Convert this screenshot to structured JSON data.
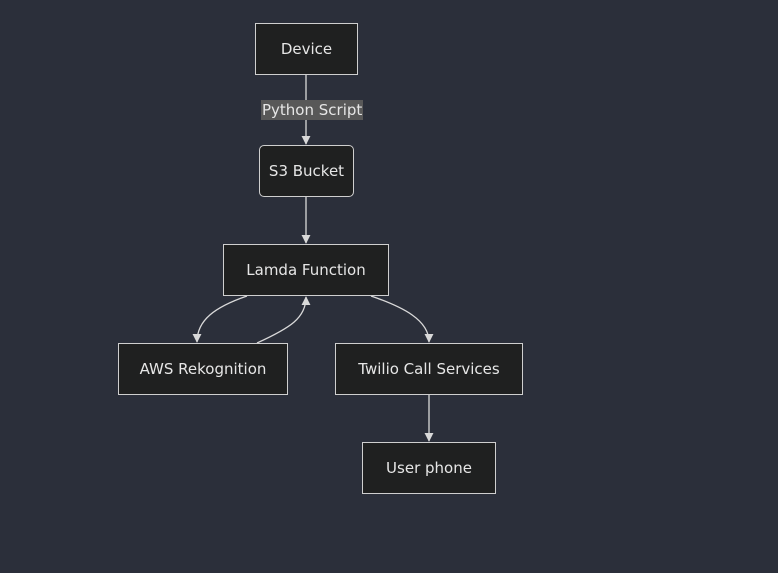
{
  "nodes": {
    "device": "Device",
    "s3_bucket": "S3 Bucket",
    "lambda": "Lamda Function",
    "rekognition": "AWS Rekognition",
    "twilio": "Twilio Call Services",
    "user_phone": "User phone"
  },
  "edges": {
    "device_to_s3_label": "Python Script"
  },
  "colors": {
    "background": "#2b2f3a",
    "node_fill": "#1f2020",
    "node_border": "#cfcfcf",
    "edge": "#d9d9d9",
    "label_bg": "#585858",
    "text": "#e6e6e6"
  }
}
